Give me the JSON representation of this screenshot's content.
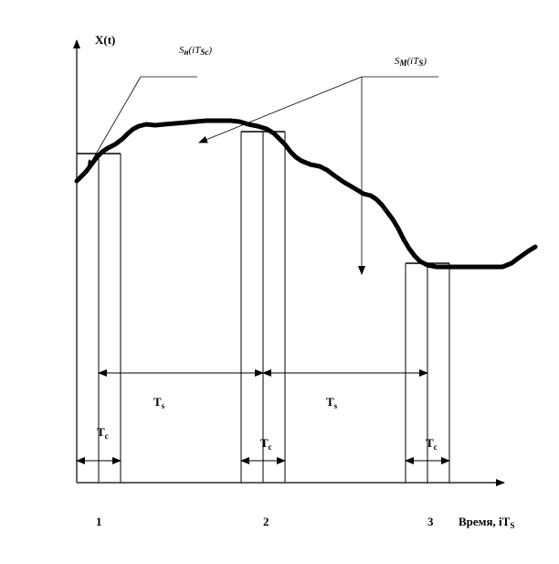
{
  "diagram": {
    "y_axis_label": "X(t)",
    "x_axis_label": "Время, iT",
    "x_axis_label_sub": "S",
    "ticks": [
      "1",
      "2",
      "3"
    ],
    "period_labels": [
      {
        "main": "T",
        "sub": "s"
      },
      {
        "main": "T",
        "sub": "s"
      }
    ],
    "hold_labels": [
      {
        "main": "T",
        "sub": "c"
      },
      {
        "main": "T",
        "sub": "c"
      },
      {
        "main": "T",
        "sub": "c"
      }
    ],
    "annotation_sample": {
      "S": "S",
      "S_sub": "н",
      "arg": "(iT",
      "arg_sub": "Sc",
      "close": ")"
    },
    "annotation_held": {
      "S": "S",
      "S_sub": "M",
      "arg": "(iT",
      "arg_sub": "S",
      "close": ")"
    }
  }
}
